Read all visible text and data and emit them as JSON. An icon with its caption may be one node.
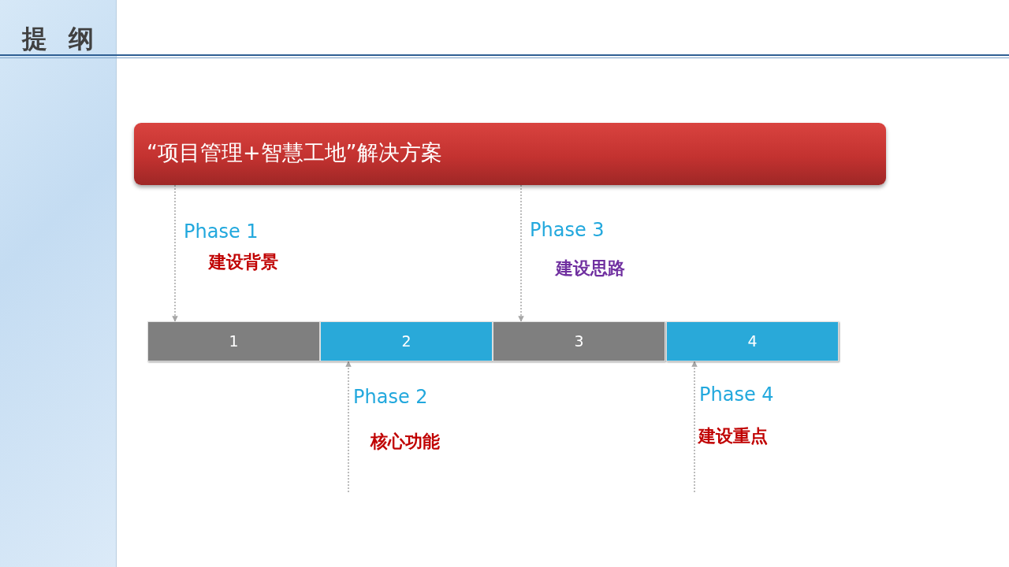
{
  "diagram": {
    "title": "提 纲",
    "nodes": [
      {
        "text": [
          "“项目管理+智慧工地”解决方案"
        ]
      },
      {
        "text": [
          "1"
        ],
        "beside": [
          "Phase 1",
          "建设背景"
        ]
      },
      {
        "text": [
          "2"
        ],
        "beside": [
          "Phase 2",
          "核心功能"
        ]
      },
      {
        "text": [
          "3"
        ],
        "beside": [
          "Phase 3",
          "建设思路"
        ]
      },
      {
        "text": [
          "4"
        ],
        "beside": [
          "Phase 4",
          "建设重点"
        ]
      }
    ],
    "edges": [
      {
        "from": 0,
        "to": 1,
        "arrow": "to",
        "style": "dashed"
      },
      {
        "from": 0,
        "to": 3,
        "arrow": "to",
        "style": "dashed"
      },
      {
        "from": null,
        "to": 2,
        "arrow": "to",
        "style": "dashed"
      },
      {
        "from": null,
        "to": 4,
        "arrow": "to",
        "style": "dashed"
      }
    ]
  }
}
